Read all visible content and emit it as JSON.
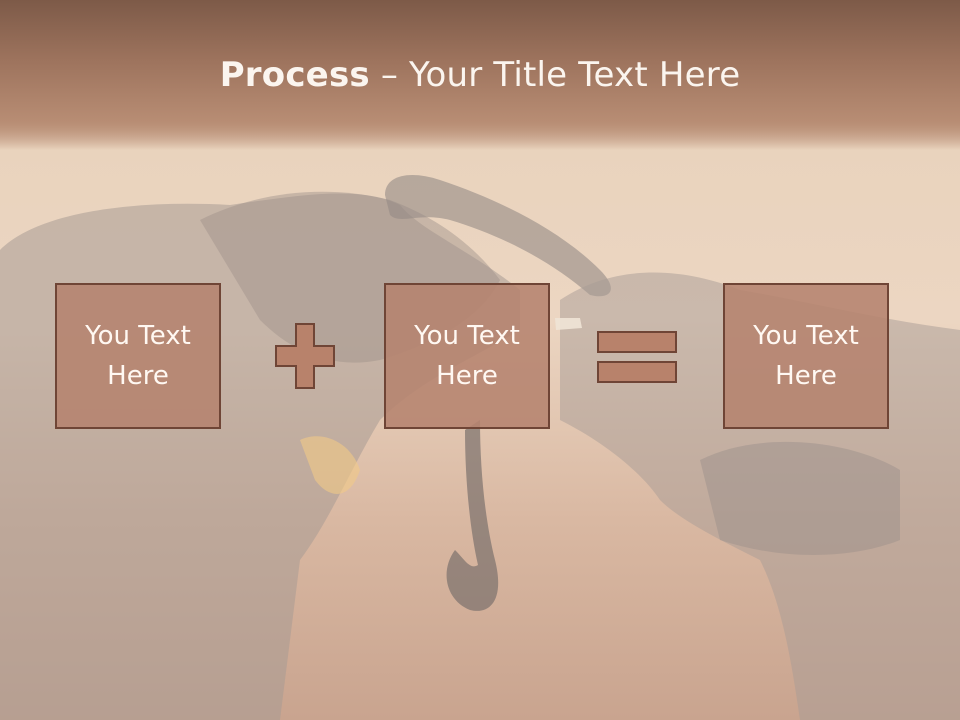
{
  "slide": {
    "title_bold": "Process",
    "title_rest": " – Your Title Text Here",
    "boxes": [
      {
        "label": "You Text Here"
      },
      {
        "label": "You Text Here"
      },
      {
        "label": "You Text Here"
      }
    ],
    "operators": [
      "plus-icon",
      "equals-icon"
    ]
  },
  "colors": {
    "box_fill": "#b5836e",
    "box_border": "#6f4536",
    "operator_fill": "#b8826b",
    "title_text": "#fbf5ef",
    "header_band": "#9d735d"
  }
}
